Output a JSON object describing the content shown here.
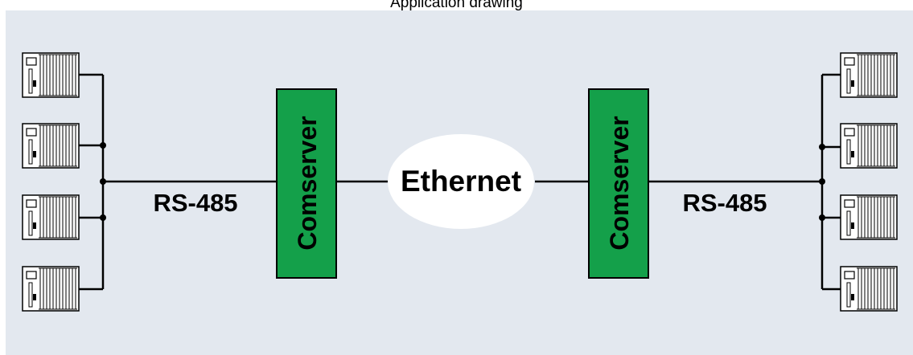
{
  "caption": "Application drawing",
  "network_label": "Ethernet",
  "left": {
    "bus_label": "RS-485",
    "gateway_label": "Comserver"
  },
  "right": {
    "bus_label": "RS-485",
    "gateway_label": "Comserver"
  },
  "colors": {
    "background": "#e3e8ef",
    "gateway_fill": "#14a04a",
    "device_fill": "#ffffff",
    "line": "#000000"
  },
  "devices": {
    "left_count": 4,
    "right_count": 4
  },
  "icons": {
    "device": "plc-rack-icon",
    "network": "ethernet-cloud"
  }
}
